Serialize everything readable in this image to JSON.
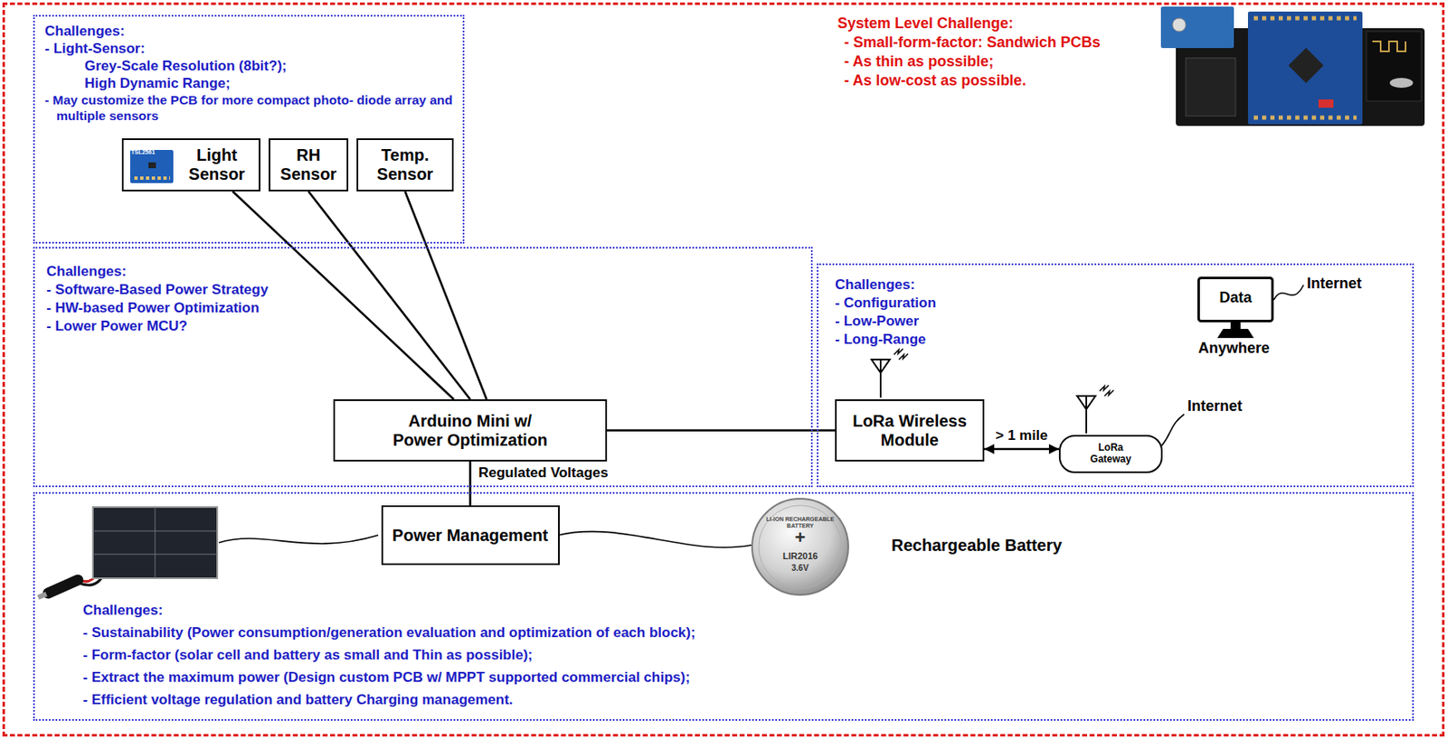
{
  "diagram": {
    "nodes": [
      {
        "text": [
          "Challenges:",
          "- Light-Sensor:",
          "Grey-Scale Resolution (8bit?);",
          "High Dynamic Range;",
          "- May customize the PCB for more compact photo- diode array and multiple sensors"
        ]
      },
      {
        "text": [
          "Light Sensor"
        ],
        "in": 0
      },
      {
        "text": [
          "RH Sensor"
        ],
        "in": 0
      },
      {
        "text": [
          "Temp. Sensor"
        ],
        "in": 0
      },
      {
        "text": [
          "Challenges:",
          "- Software-Based Power Strategy",
          "- HW-based Power Optimization",
          "- Lower Power MCU?"
        ]
      },
      {
        "text": [
          "Arduino Mini w/ Power Optimization"
        ],
        "in": 4
      },
      {
        "text": [
          "Challenges:",
          "- Configuration",
          "- Low-Power",
          "- Long-Range"
        ]
      },
      {
        "text": [
          "Data"
        ],
        "in": 6
      },
      {
        "text": [
          "LoRa Wireless Module"
        ],
        "in": 6
      },
      {
        "text": [
          "LoRa Gateway"
        ],
        "in": 6
      },
      {
        "text": [
          "Challenges:",
          "- Sustainability (Power consumption/generation evaluation and optimization of each block);",
          "- Form-factor (solar cell and battery as small and Thin as possible);",
          "- Extract the maximum power (Design custom PCB w/ MPPT supported commercial chips);",
          "- Efficient voltage regulation and battery Charging management."
        ]
      },
      {
        "text": [
          "Power Management"
        ],
        "in": 10
      }
    ],
    "edges": [
      {
        "from": 1,
        "to": 5,
        "arrow": "none"
      },
      {
        "from": 2,
        "to": 5,
        "arrow": "none"
      },
      {
        "from": 3,
        "to": 5,
        "arrow": "none"
      },
      {
        "from": 5,
        "to": 8,
        "arrow": "none"
      },
      {
        "from": 8,
        "to": 9,
        "label": "> 1 mile",
        "arrow": "both"
      },
      {
        "from": 5,
        "to": 11,
        "label": "Regulated Voltages",
        "arrow": "none"
      }
    ],
    "labels": [
      "System Level Challenge:",
      "- Small-form-factor: Sandwich PCBs",
      "- As thin as possible;",
      "- As low-cost as possible.",
      "TSL2561",
      "Internet",
      "Anywhere",
      "Internet",
      "LI-ION RECHARGEABLE BATTERY",
      "+",
      "LIR2016",
      "3.6V",
      "Rechargeable Battery"
    ]
  }
}
